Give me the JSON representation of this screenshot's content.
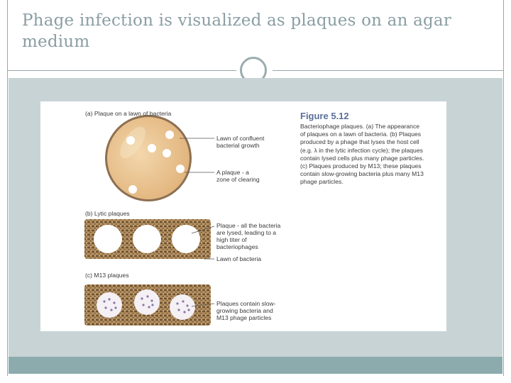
{
  "slide": {
    "title": "Phage infection is visualized as plaques on an agar medium"
  },
  "figure": {
    "panel_a": "(a) Plaque on a lawn of bacteria",
    "panel_b": "(b) Lytic plaques",
    "panel_c": "(c) M13 plaques",
    "label_lawn_confluent": "Lawn of confluent\nbacterial growth",
    "label_plaque_zone": "A plaque - a\nzone of clearing",
    "label_plaque_lysed": "Plaque - all the bacteria\nare lysed, leading to a\nhigh titer of\nbacteriophages",
    "label_lawn": "Lawn of bacteria",
    "label_m13": "Plaques contain slow-\ngrowing bacteria and\nM13 phage particles",
    "caption_title": "Figure 5.12",
    "caption_body": "Bacteriophage plaques. (a) The appearance\nof plaques on a lawn of bacteria. (b) Plaques\nproduced by a phage that lyses the host cell\n(e.g. λ in the lytic infection cycle); the plaques\ncontain lysed cells plus many phage particles.\n(c) Plaques produced by M13; these plaques\ncontain slow-growing bacteria plus many M13\nphage particles."
  },
  "colors": {
    "title": "#8a9ea3",
    "background_panel": "#c8d3d6",
    "footer_bar": "#8cabad",
    "lawn_fill": "#e9c28f",
    "bacteria_texture": "#8a6a3e",
    "caption_title": "#5a6f9a"
  }
}
